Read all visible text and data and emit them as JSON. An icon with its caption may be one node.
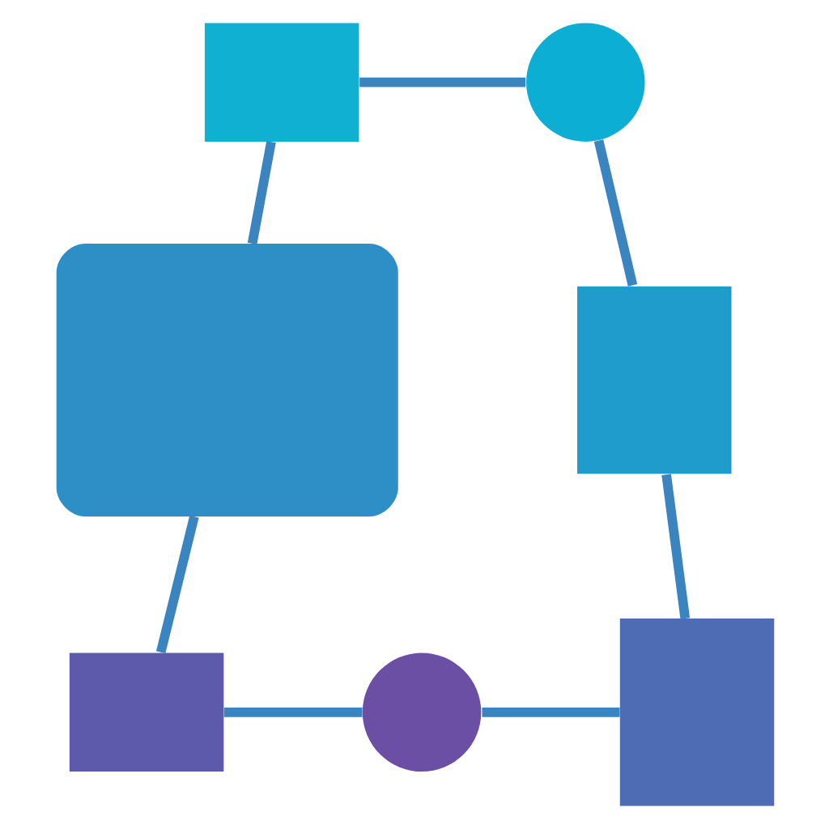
{
  "diagram": {
    "nodes": [
      {
        "text": [],
        "shape": "box"
      },
      {
        "text": [],
        "shape": "circle"
      },
      {
        "text": [],
        "shape": "box"
      },
      {
        "text": [],
        "shape": "box"
      },
      {
        "text": [],
        "shape": "box"
      },
      {
        "text": [],
        "shape": "box"
      },
      {
        "text": [],
        "shape": "circle"
      }
    ],
    "edges": [
      {
        "from": 0,
        "to": 1,
        "arrow": "none"
      },
      {
        "from": 1,
        "to": 3,
        "arrow": "none"
      },
      {
        "from": 0,
        "to": 2,
        "arrow": "none"
      },
      {
        "from": 3,
        "to": 4,
        "arrow": "none"
      },
      {
        "from": 2,
        "to": 5,
        "arrow": "none"
      },
      {
        "from": 5,
        "to": 6,
        "arrow": "none"
      },
      {
        "from": 6,
        "to": 4,
        "arrow": "none"
      }
    ]
  }
}
